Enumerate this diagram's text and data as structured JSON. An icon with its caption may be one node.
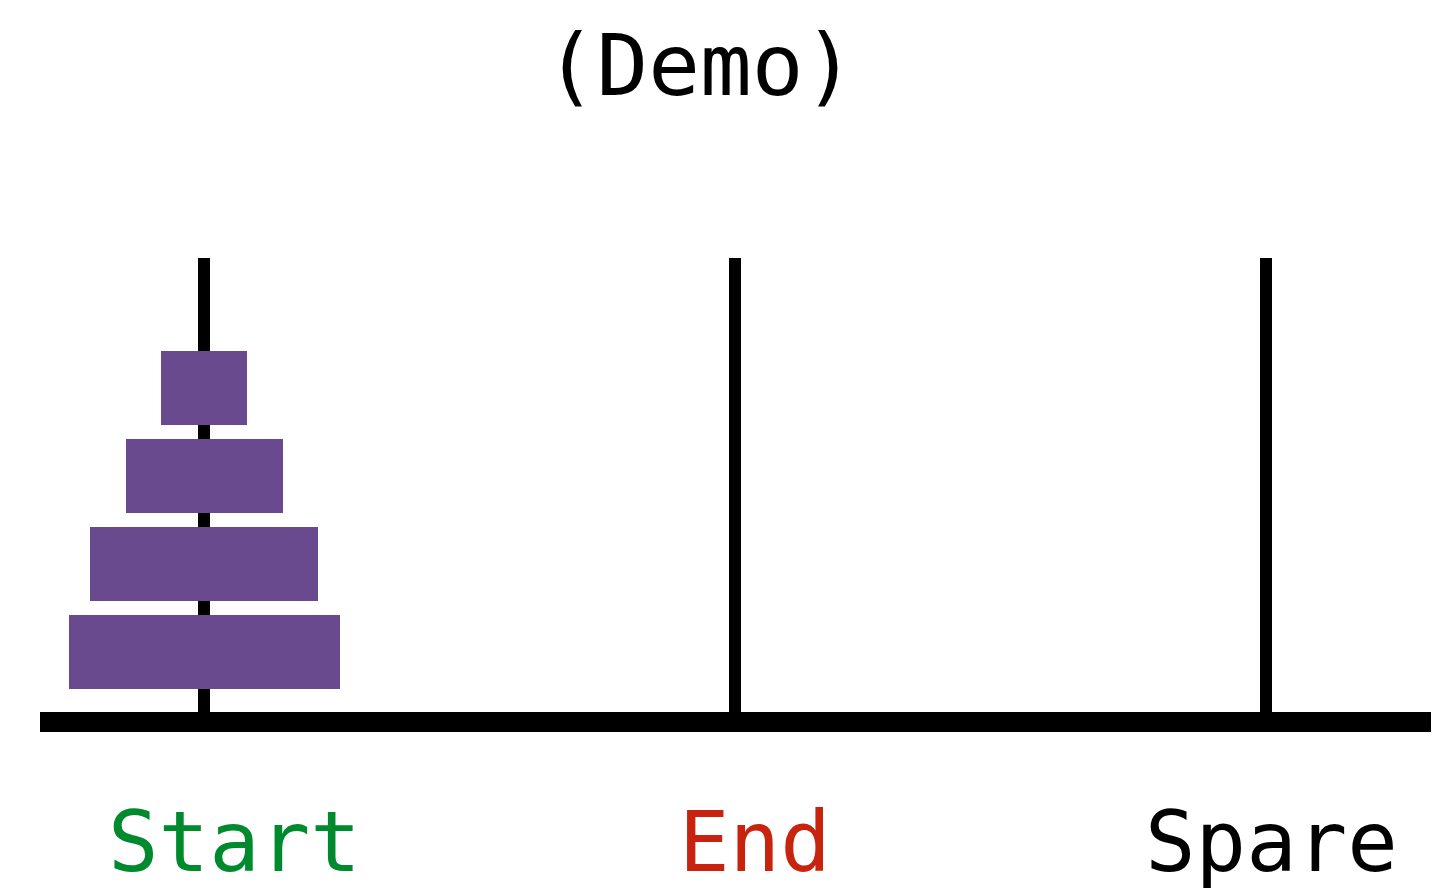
{
  "diagram": {
    "title": "(Demo)",
    "labels": [
      "Start",
      "End",
      "Spare"
    ]
  }
}
